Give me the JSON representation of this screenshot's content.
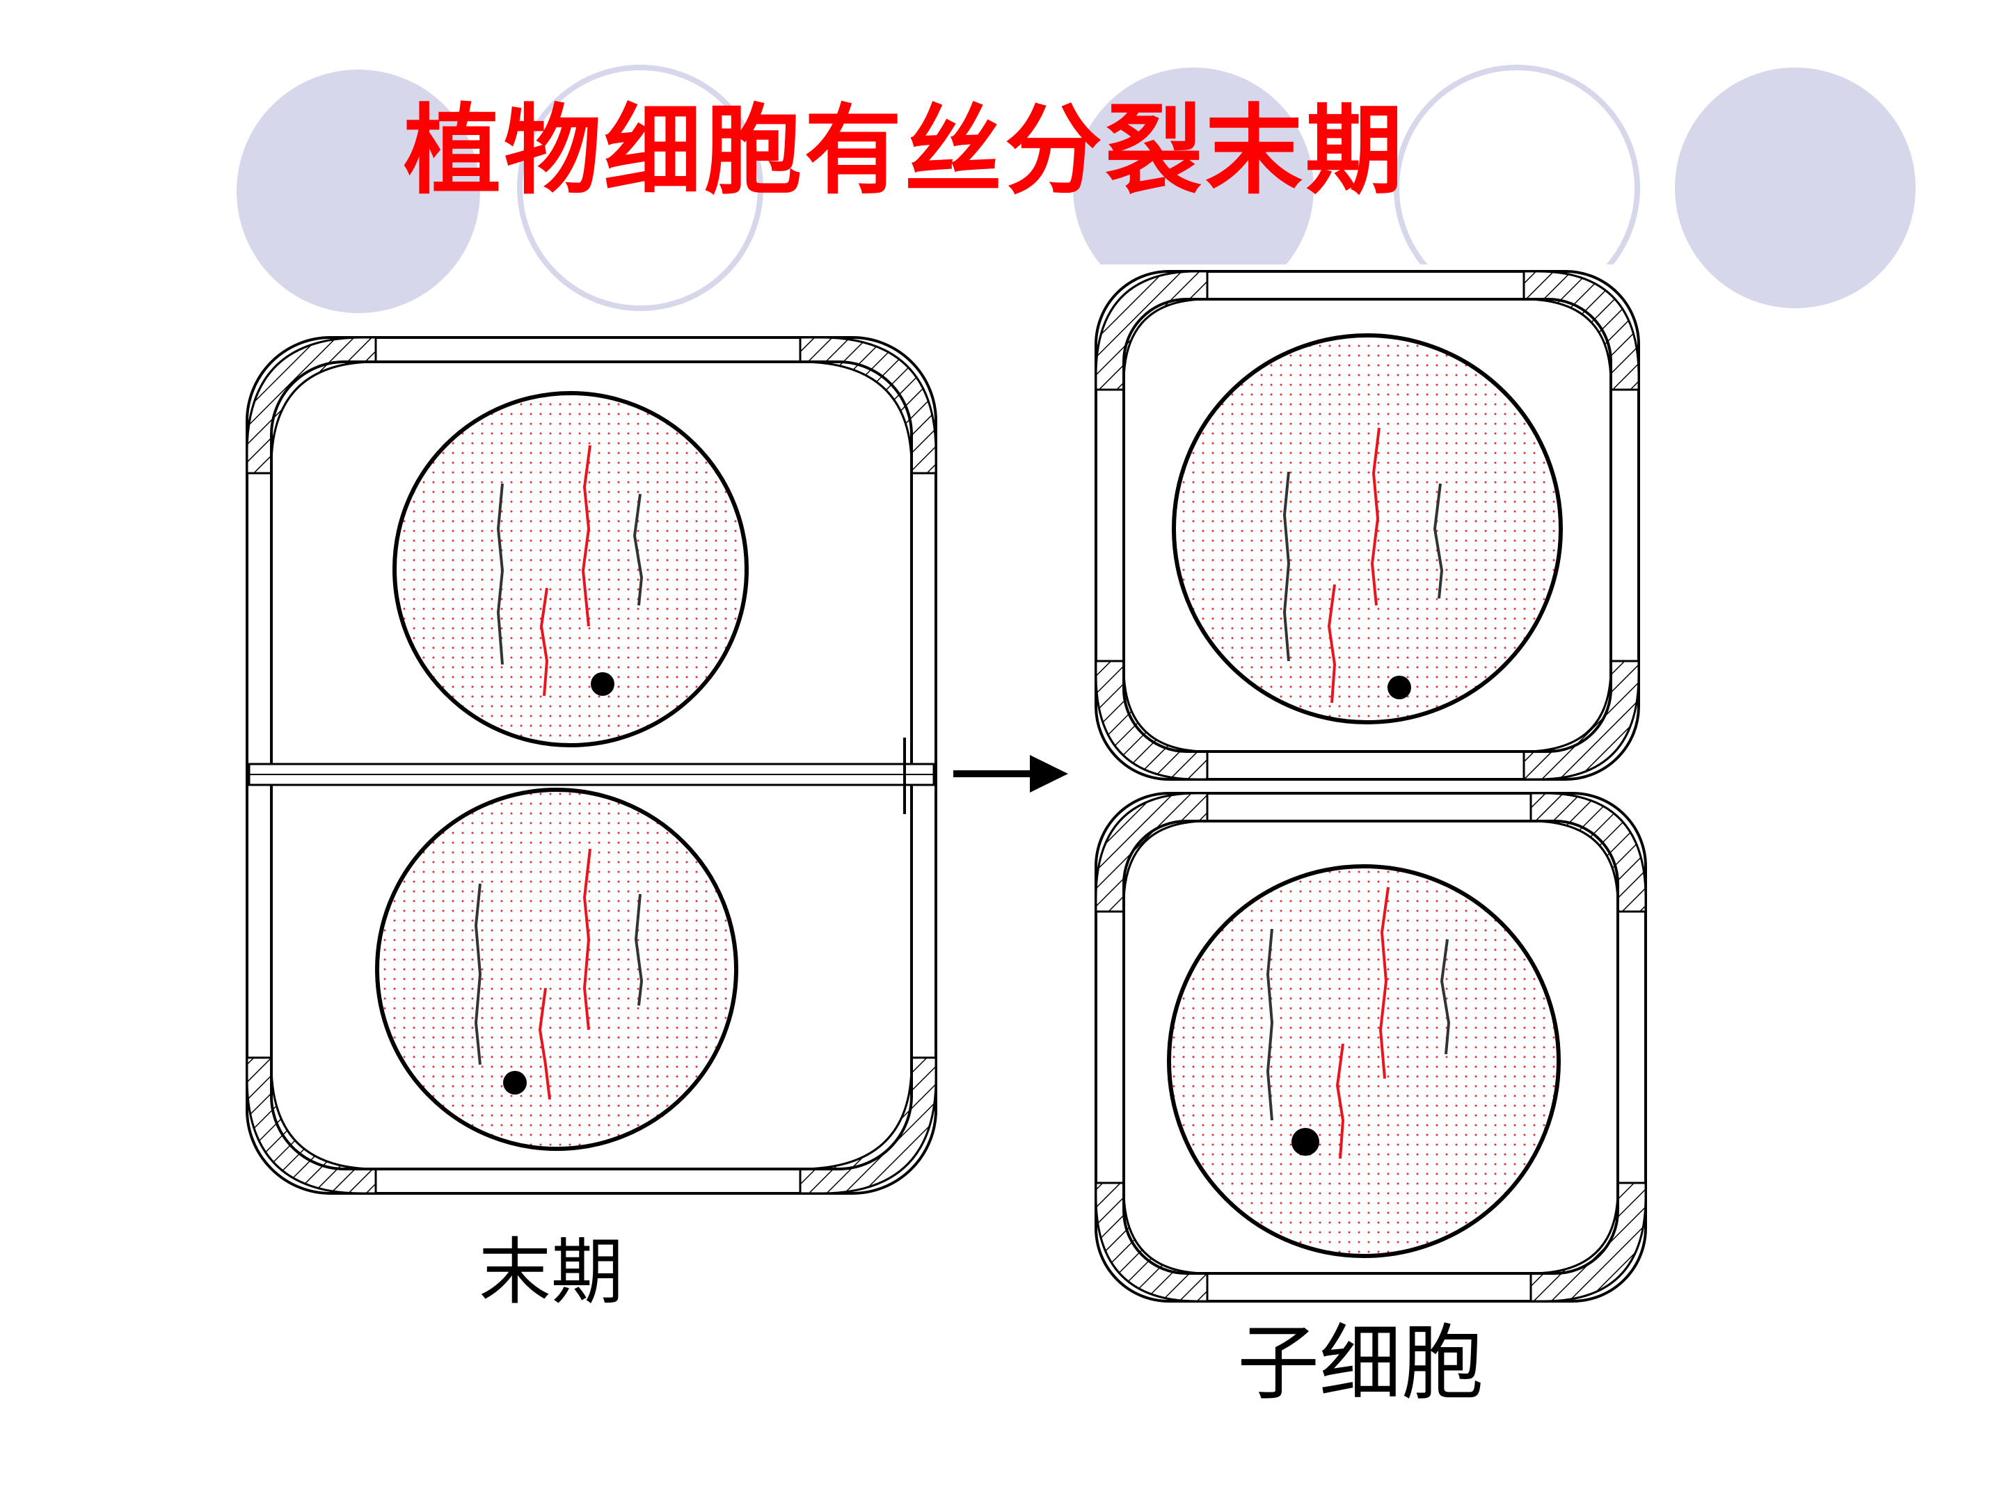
{
  "title": "植物细胞有丝分裂末期",
  "labels": {
    "telophase": "末期",
    "daughter_cells": "子细胞"
  },
  "colors": {
    "title": "#ff0000",
    "decor_circle": "#d7d7ec",
    "decor_ring": "#d7d7ec",
    "chromosome_red": "#e8141e",
    "chromosome_dark": "#333333",
    "nucleoplasm_dots": "#e03030",
    "outline": "#000000"
  },
  "diagram": {
    "arrow": "right-arrow",
    "left_cell": "telophase-cell-with-cell-plate",
    "right_cells": [
      "daughter-cell-top",
      "daughter-cell-bottom"
    ]
  }
}
